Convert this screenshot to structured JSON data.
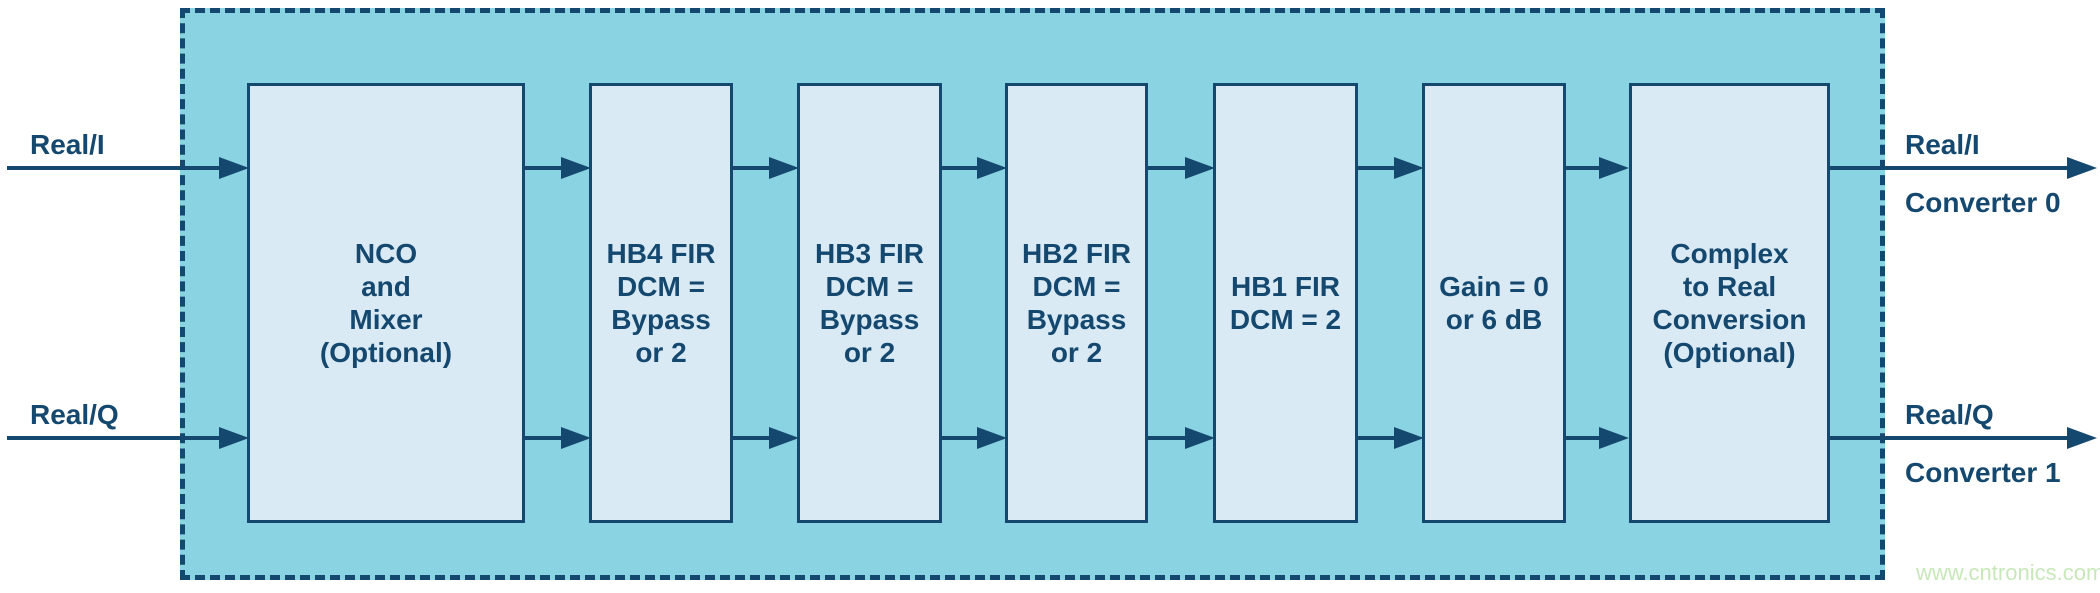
{
  "diagram": {
    "blocks": [
      {
        "label": "NCO\nand\nMixer\n(Optional)"
      },
      {
        "label": "HB4 FIR\nDCM =\nBypass\nor 2"
      },
      {
        "label": "HB3 FIR\nDCM =\nBypass\nor 2"
      },
      {
        "label": "HB2 FIR\nDCM =\nBypass\nor 2"
      },
      {
        "label": "HB1 FIR\nDCM = 2"
      },
      {
        "label": "Gain = 0\nor 6 dB"
      },
      {
        "label": "Complex\nto Real\nConversion\n(Optional)"
      }
    ],
    "inputs": {
      "i": "Real/I",
      "q": "Real/Q"
    },
    "outputs": {
      "i": {
        "signal": "Real/I",
        "converter": "Converter 0"
      },
      "q": {
        "signal": "Real/Q",
        "converter": "Converter 1"
      }
    },
    "watermark": "www.cntronics.com",
    "colors": {
      "outline_navy": "#15486e",
      "panel_teal": "#8ad3e2",
      "block_fill": "#d9eaf4",
      "watermark_green": "#c8e8ba"
    }
  }
}
